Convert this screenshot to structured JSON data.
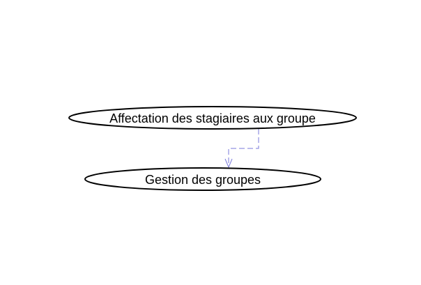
{
  "diagram": {
    "nodes": [
      {
        "id": "affectation",
        "label": "Affectation des stagiaires aux groupe"
      },
      {
        "id": "gestion",
        "label": "Gestion des groupes"
      }
    ],
    "edges": [
      {
        "from": "affectation",
        "to": "gestion",
        "style": "dashed"
      }
    ],
    "colors": {
      "node_stroke": "#000000",
      "node_fill": "#ffffff",
      "edge_stroke": "#7a7adb"
    }
  }
}
